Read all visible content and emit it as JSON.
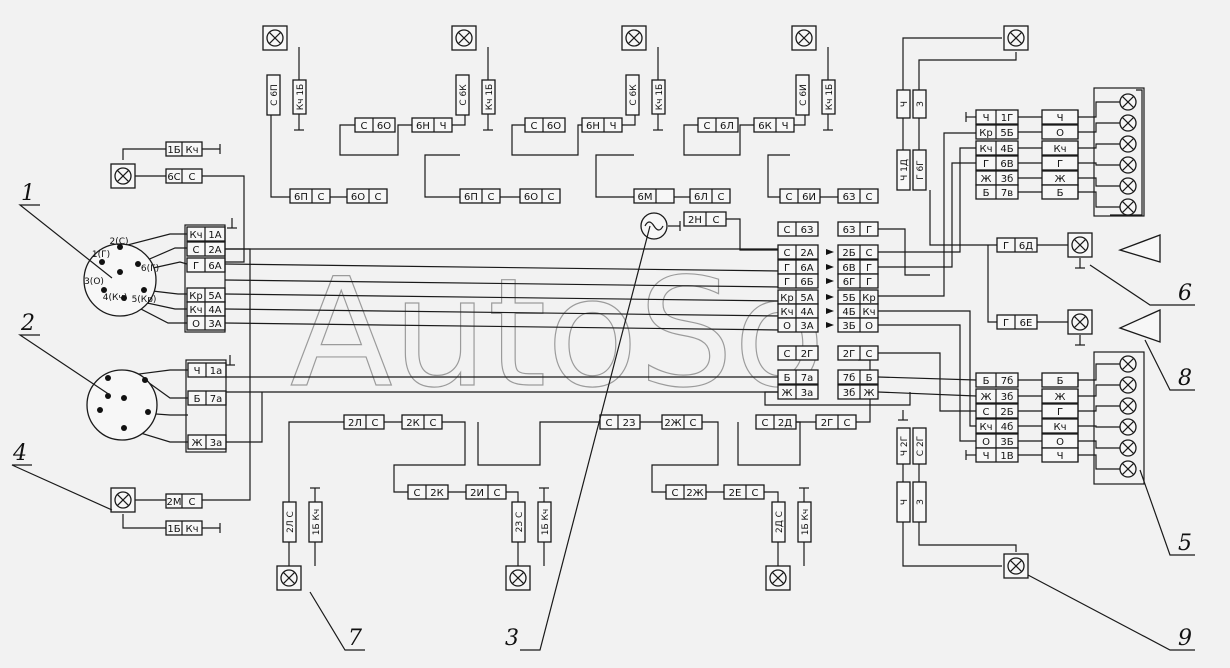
{
  "watermark": "AutoSo",
  "callouts": [
    "1",
    "2",
    "3",
    "4",
    "5",
    "6",
    "7",
    "8",
    "9"
  ],
  "rear_left_block": {
    "rows": [
      {
        "color": "Кч",
        "code": "1А"
      },
      {
        "color": "С",
        "code": "2А"
      },
      {
        "color": "Г",
        "code": "6А"
      },
      {
        "color": "Кр",
        "code": "5А"
      },
      {
        "color": "Кч",
        "code": "4А"
      },
      {
        "color": "О",
        "code": "3А"
      }
    ]
  },
  "connector1_pins": [
    "1(Г)",
    "2(С)",
    "3(О)",
    "4(Кч)",
    "5(Кр)",
    "6(Г)"
  ],
  "left_block2": {
    "rows": [
      {
        "color": "Ч",
        "code": "1а"
      },
      {
        "color": "Б",
        "code": "7а"
      },
      {
        "color": "Ж",
        "code": "3а"
      }
    ]
  },
  "center_pairs": [
    {
      "a_color": "С",
      "a_code": "2А",
      "b_code": "2Б",
      "b_color": "С"
    },
    {
      "a_color": "Г",
      "a_code": "6А",
      "b_code": "6В",
      "b_color": "Г"
    },
    {
      "a_color": "Г",
      "a_code": "6Б",
      "b_code": "6Г",
      "b_color": "Г"
    },
    {
      "a_color": "Кр",
      "a_code": "5А",
      "b_code": "5Б",
      "b_color": "Кр"
    },
    {
      "a_color": "Кч",
      "a_code": "4А",
      "b_code": "4Б",
      "b_color": "Кч"
    },
    {
      "a_color": "О",
      "a_code": "3А",
      "b_code": "3Б",
      "b_color": "О"
    }
  ],
  "center_top_pair": {
    "a_color": "С",
    "a_code": "6З",
    "b_code": "6З",
    "b_color": "Г"
  },
  "center_lower_pairs": [
    {
      "a_color": "С",
      "a_code": "2Г",
      "b_code": "2Г",
      "b_color": "С"
    },
    {
      "a_color": "Б",
      "a_code": "7а",
      "b_code": "7б",
      "b_color": "Б"
    },
    {
      "a_color": "Ж",
      "a_code": "3а",
      "b_code": "3б",
      "b_color": "Ж"
    }
  ],
  "lamp3_label": {
    "code": "2Н",
    "color": "С"
  },
  "top_chain": [
    {
      "c1": "С",
      "c2": "6О",
      "c3": "6Н",
      "c4": "Ч",
      "v1": "С 6П",
      "v2": "Кч 1Б",
      "b1": "6П",
      "b2": "С",
      "b3": "6О",
      "b4": "С"
    },
    {
      "c1": "С",
      "c2": "6О",
      "c3": "6Н",
      "c4": "Ч",
      "v1": "С 6К",
      "v2": "Кч 1Б",
      "b1": "6П",
      "b2": "С",
      "b3": "6О",
      "b4": "С"
    },
    {
      "c1": "С",
      "c2": "6Л",
      "c3": "6К",
      "c4": "Ч",
      "v1": "С 6К",
      "v2": "Кч 1Б",
      "b1": "6М",
      "b2": "",
      "b3": "6Л",
      "b4": "С"
    },
    {
      "c1": "С",
      "c2": "6И",
      "c3": "6З",
      "c4": "С",
      "v1": "С 6И",
      "v2": "Кч 1Б",
      "b1": "",
      "b2": "",
      "b3": "",
      "b4": ""
    }
  ],
  "top_v_labels": [
    "С 6П",
    "Кч 1Б",
    "С 6К",
    "Кч 1Б",
    "С 6К",
    "Кч 1Б",
    "С 6И",
    "Кч 1Б"
  ],
  "top_row1": [
    "С",
    "6О",
    "6Н",
    "Ч",
    "С",
    "6О",
    "6Н",
    "Ч",
    "С",
    "6Л",
    "6К",
    "Ч"
  ],
  "top_row2": [
    "6П",
    "С",
    "6О",
    "С",
    "6П",
    "С",
    "6О",
    "С",
    "6М",
    "6Л",
    "С",
    "С",
    "6И",
    "6З",
    "С"
  ],
  "left_small": [
    {
      "code": "1Б",
      "color": "Кч"
    },
    {
      "code": "6С",
      "color": "С"
    }
  ],
  "lamp4_labels": [
    {
      "code": "2М",
      "color": "С"
    },
    {
      "code": "1Б",
      "color": "Кч"
    }
  ],
  "bottom_chain": [
    "2Л",
    "С",
    "2К",
    "С",
    "С",
    "2З",
    "2Ж",
    "С",
    "С",
    "2Д",
    "2Г",
    "С",
    "С",
    "2К",
    "2И",
    "С",
    "С",
    "2Ж",
    "2Е",
    "С"
  ],
  "bottom_v": [
    "2Л С",
    "1Б Кч",
    "2З С",
    "1Б Кч",
    "2Д С",
    "1Б Кч"
  ],
  "right_top_block": {
    "top_vert": [
      "Ч",
      "З"
    ],
    "mid_vert": [
      "Ч 1Д",
      "Г 6Г"
    ],
    "rows": [
      {
        "c": "Ч",
        "code": "1Г",
        "out": "Ч"
      },
      {
        "c": "Кр",
        "code": "5Б",
        "out": "О"
      },
      {
        "c": "Кч",
        "code": "4Б",
        "out": "Кч"
      },
      {
        "c": "Г",
        "code": "6В",
        "out": "Г"
      },
      {
        "c": "Ж",
        "code": "3б",
        "out": "Ж"
      },
      {
        "c": "Б",
        "code": "7в",
        "out": "Б"
      }
    ]
  },
  "right_mid": [
    {
      "c": "Г",
      "code": "6Д"
    },
    {
      "c": "Г",
      "code": "6Е"
    }
  ],
  "right_bottom_block": {
    "rows": [
      {
        "c": "Б",
        "code": "7б",
        "out": "Б"
      },
      {
        "c": "Ж",
        "code": "3б",
        "out": "Ж"
      },
      {
        "c": "С",
        "code": "2Б",
        "out": "Г"
      },
      {
        "c": "Кч",
        "code": "4б",
        "out": "Кч"
      },
      {
        "c": "О",
        "code": "3Б",
        "out": "О"
      },
      {
        "c": "Ч",
        "code": "1В",
        "out": "Ч"
      }
    ],
    "vert_top": [
      "Ч 2Г",
      "С 2Г"
    ],
    "vert_bot": [
      "Ч",
      "З"
    ]
  }
}
